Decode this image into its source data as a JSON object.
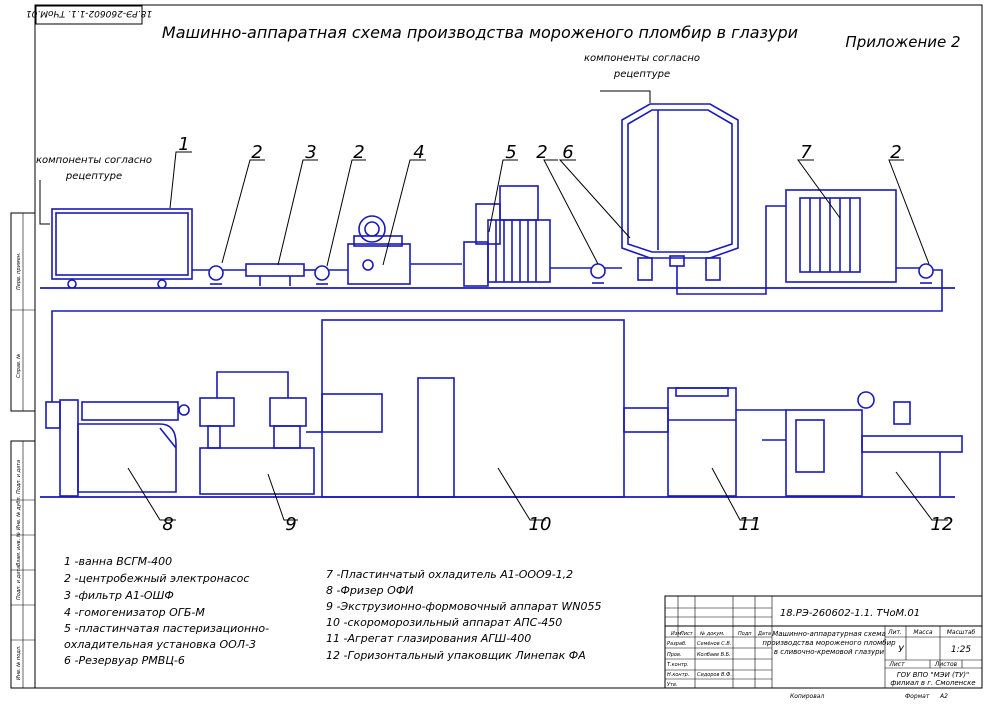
{
  "title": "Машинно-аппаратная схема производства мороженого пломбир в глазури",
  "appendix": "Приложение 2",
  "doc_code": "18.РЭ-260602-1.1. ТЧоМ.01",
  "doc_code_rotated": "18.РЭ-260602-1.1. ТЧоМ.01",
  "annotation_left": [
    "компоненты согласно",
    "рецептуре"
  ],
  "annotation_top": [
    "компоненты согласно",
    "рецептуре"
  ],
  "callouts_top": [
    "1",
    "2",
    "3",
    "2",
    "4",
    "5",
    "2",
    "6",
    "7",
    "2"
  ],
  "callouts_bottom": [
    "8",
    "9",
    "10",
    "11",
    "12"
  ],
  "legend_left": [
    "1 -ванна ВСГМ-400",
    "2 -центробежный электронасос",
    "3 -фильтр А1-ОШФ",
    "4 -гомогенизатор ОГБ-М",
    "5 -пластинчатая пастеризационно-",
    "охладительная установка ООЛ-3",
    "6 -Резервуар РМВЦ-6"
  ],
  "legend_right": [
    "7 -Пластинчатый охладитель А1-ООО9-1,2",
    "8 -Фризер ОФИ",
    "9 -Экструзионно-формовочный аппарат WN055",
    "10 -скороморозильный аппарат АПС-450",
    "11 -Агрегат глазирования АГШ-400",
    "12 -Горизонтальный упаковщик Линепак ФА"
  ],
  "titleblock": {
    "code": "18.РЭ-260602-1.1. ТЧоМ.01",
    "name": [
      "Машинно-аппаратурная схема",
      "производства мороженого пломбир",
      "в сливочно-кремовой глазури"
    ],
    "lit_label": "Лит.",
    "mass_label": "Масса",
    "scale_label": "Масштаб",
    "lit": "У",
    "scale": "1:25",
    "sheet_label": "Лист",
    "sheets_label": "Листов",
    "org": [
      "ГОУ ВПО \"МЭИ (ТУ)\"",
      "филиал в г. Смоленске"
    ],
    "row_labels": [
      "Изм",
      "Лист",
      "№ докум.",
      "Подп",
      "Дата",
      "Разраб.",
      "Пров.",
      "Т.контр.",
      "Н.контр.",
      "Утв."
    ],
    "names": [
      "Семёнов С.В.",
      "Колбаев В.Б.",
      "Сидоров В.Ф."
    ],
    "copied": "Копировал",
    "format_label": "Формат",
    "format": "А2"
  },
  "side_stamp": [
    "Перв. примен.",
    "Справ. №",
    "Подп. и дата",
    "Инв. № дубл.",
    "Взам. инв. №",
    "Подп. и дата",
    "Инв. № подл."
  ]
}
